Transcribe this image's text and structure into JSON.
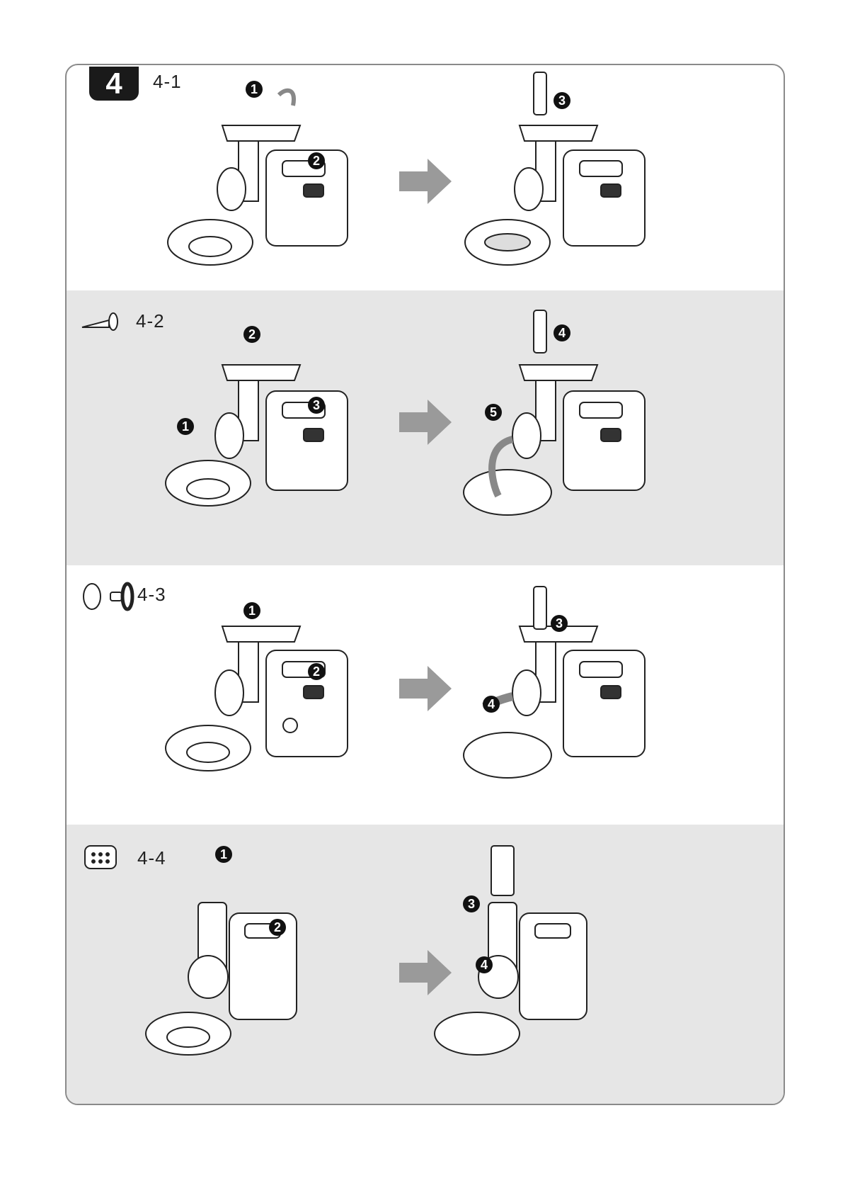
{
  "section": {
    "number": "4"
  },
  "steps": [
    {
      "label": "4-1",
      "left_callouts": [
        "1",
        "2"
      ],
      "right_callouts": [
        "3"
      ]
    },
    {
      "label": "4-2",
      "left_callouts": [
        "2",
        "3",
        "1"
      ],
      "right_callouts": [
        "4",
        "5"
      ]
    },
    {
      "label": "4-3",
      "left_callouts": [
        "1",
        "2"
      ],
      "right_callouts": [
        "3",
        "4"
      ]
    },
    {
      "label": "4-4",
      "left_callouts": [
        "1",
        "2"
      ],
      "right_callouts": [
        "3",
        "4"
      ]
    }
  ],
  "colors": {
    "arrow": "#9a9a9a",
    "callout": "#111111",
    "panel_gray": "#e6e6e6"
  }
}
